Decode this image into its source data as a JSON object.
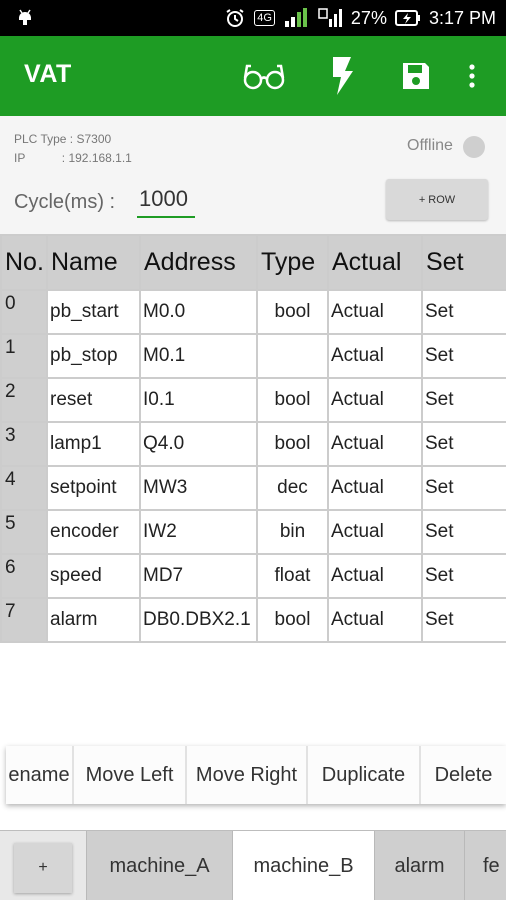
{
  "status_bar": {
    "network": "4G",
    "battery": "27%",
    "time": "3:17 PM"
  },
  "app_bar": {
    "title": "VAT",
    "icons": [
      "glasses-icon",
      "flash-icon",
      "save-icon",
      "more-vert-icon"
    ],
    "accent_color": "#1e9c24"
  },
  "info": {
    "plc_type": "PLC Type : S7300",
    "ip": "IP           : 192.168.1.1",
    "status": "Offline",
    "cycle_label": "Cycle(ms) :",
    "cycle_value": "1000",
    "add_row_label": "+ ROW"
  },
  "table": {
    "headers": [
      "No.",
      "Name",
      "Address",
      "Type",
      "Actual",
      "Set"
    ],
    "rows": [
      {
        "no": "0",
        "name": "pb_start",
        "address": "M0.0",
        "type": "bool",
        "actual": "Actual",
        "set": "Set"
      },
      {
        "no": "1",
        "name": "pb_stop",
        "address": "M0.1",
        "type": "",
        "actual": "Actual",
        "set": "Set"
      },
      {
        "no": "2",
        "name": "reset",
        "address": "I0.1",
        "type": "bool",
        "actual": "Actual",
        "set": "Set"
      },
      {
        "no": "3",
        "name": "lamp1",
        "address": "Q4.0",
        "type": "bool",
        "actual": "Actual",
        "set": "Set"
      },
      {
        "no": "4",
        "name": "setpoint",
        "address": "MW3",
        "type": "dec",
        "actual": "Actual",
        "set": "Set"
      },
      {
        "no": "5",
        "name": "encoder",
        "address": "IW2",
        "type": "bin",
        "actual": "Actual",
        "set": "Set"
      },
      {
        "no": "6",
        "name": "speed",
        "address": "MD7",
        "type": "float",
        "actual": "Actual",
        "set": "Set"
      },
      {
        "no": "7",
        "name": "alarm",
        "address": "DB0.DBX2.1",
        "type": "bool",
        "actual": "Actual",
        "set": "Set"
      }
    ]
  },
  "actions": [
    "ename",
    "Move Left",
    "Move Right",
    "Duplicate",
    "Delete"
  ],
  "tabs": {
    "add_label": "+",
    "items": [
      "machine_A",
      "machine_B",
      "alarm",
      "fe"
    ],
    "active": "machine_B"
  }
}
